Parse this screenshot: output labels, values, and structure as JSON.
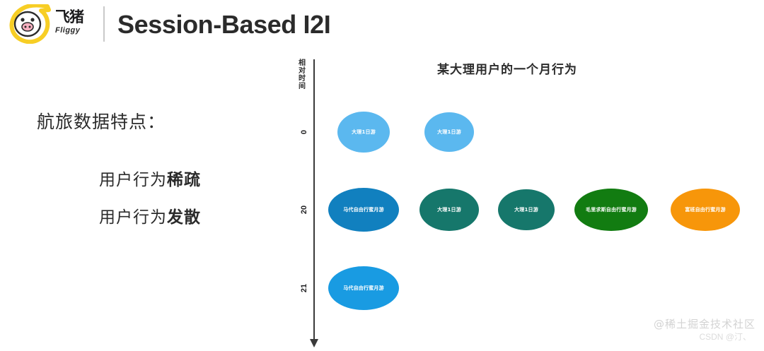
{
  "header": {
    "logo_mark_icon": "fliggy-pig-logo-icon",
    "brand_cn": "飞猪",
    "brand_en": "Fliggy",
    "title": "Session-Based I2I"
  },
  "left_panel": {
    "lead": "航旅数据特点：",
    "bullets": [
      {
        "prefix": "用户行为",
        "emphasis": "稀疏"
      },
      {
        "prefix": "用户行为",
        "emphasis": "发散"
      }
    ]
  },
  "watermark": {
    "primary": "@稀土掘金技术社区",
    "secondary": "CSDN @汀、"
  },
  "chart_data": {
    "type": "scatter",
    "title": "某大理用户的一个月行为",
    "ylabel": "相对时间",
    "xlabel": "",
    "grid": false,
    "legend": "none",
    "y_axis_direction": "downward",
    "ytick_labels": [
      "0",
      "20",
      "21"
    ],
    "yticks": [
      0,
      20,
      21
    ],
    "points": [
      {
        "y": 0,
        "x": 1,
        "label": "大理1日游",
        "color": "#5BB8EF",
        "w": 74,
        "h": 58
      },
      {
        "y": 0,
        "x": 2,
        "label": "大理1日游",
        "color": "#5BB8EF",
        "w": 70,
        "h": 56
      },
      {
        "y": 20,
        "x": 1,
        "label": "马代自由行蜜月游",
        "color": "#1180BF",
        "w": 100,
        "h": 62
      },
      {
        "y": 20,
        "x": 2,
        "label": "大理1日游",
        "color": "#16776B",
        "w": 84,
        "h": 60
      },
      {
        "y": 20,
        "x": 3,
        "label": "大理1日游",
        "color": "#16776B",
        "w": 80,
        "h": 58
      },
      {
        "y": 20,
        "x": 4,
        "label": "毛里求斯自由行蜜月游",
        "color": "#127C11",
        "w": 104,
        "h": 60
      },
      {
        "y": 20,
        "x": 5,
        "label": "富班自由行蜜月游",
        "color": "#F7960A",
        "w": 98,
        "h": 60
      },
      {
        "y": 21,
        "x": 1,
        "label": "马代自由行蜜月游",
        "color": "#199BE2",
        "w": 100,
        "h": 62
      }
    ]
  }
}
